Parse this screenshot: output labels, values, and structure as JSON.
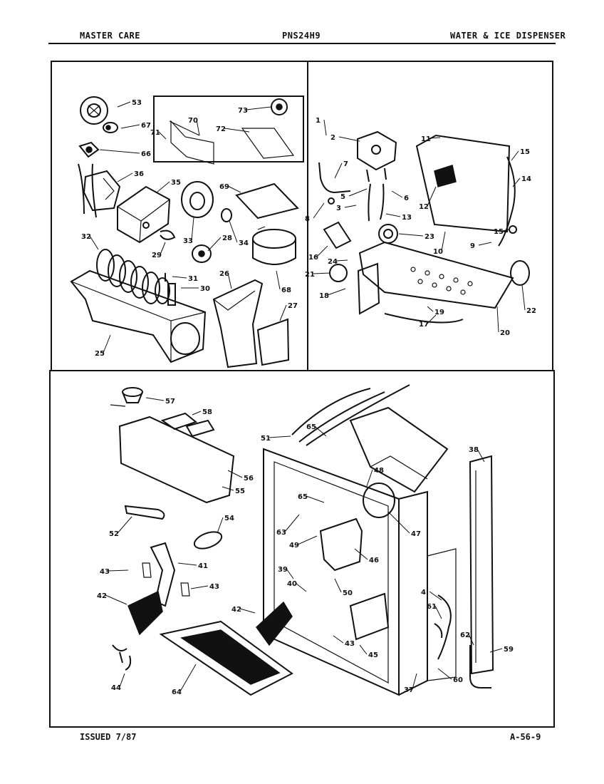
{
  "header": {
    "left": "MASTER CARE",
    "center": "PNS24H9",
    "right": "WATER & ICE DISPENSER"
  },
  "footer": {
    "left": "ISSUED 7/87",
    "right": "A-56-9"
  },
  "panels": {
    "top_left": {
      "callouts": [
        "53",
        "67",
        "66",
        "36",
        "35",
        "32",
        "33",
        "28",
        "34",
        "29",
        "31",
        "30",
        "25",
        "26",
        "27",
        "70",
        "71",
        "72",
        "73",
        "69",
        "68"
      ]
    },
    "top_right": {
      "callouts": [
        "1",
        "2",
        "7",
        "8",
        "3",
        "5",
        "6",
        "13",
        "11",
        "12",
        "15",
        "14",
        "15",
        "10",
        "9",
        "23",
        "16",
        "24",
        "21",
        "18",
        "19",
        "17",
        "20",
        "22"
      ]
    },
    "bottom": {
      "callouts": [
        "57",
        "58",
        "56",
        "55",
        "52",
        "54",
        "43",
        "41",
        "43",
        "42",
        "44",
        "64",
        "51",
        "65",
        "48",
        "65",
        "63",
        "47",
        "49",
        "46",
        "39",
        "40",
        "50",
        "42",
        "43",
        "45",
        "38",
        "4",
        "61",
        "62",
        "59",
        "60",
        "37"
      ]
    }
  }
}
